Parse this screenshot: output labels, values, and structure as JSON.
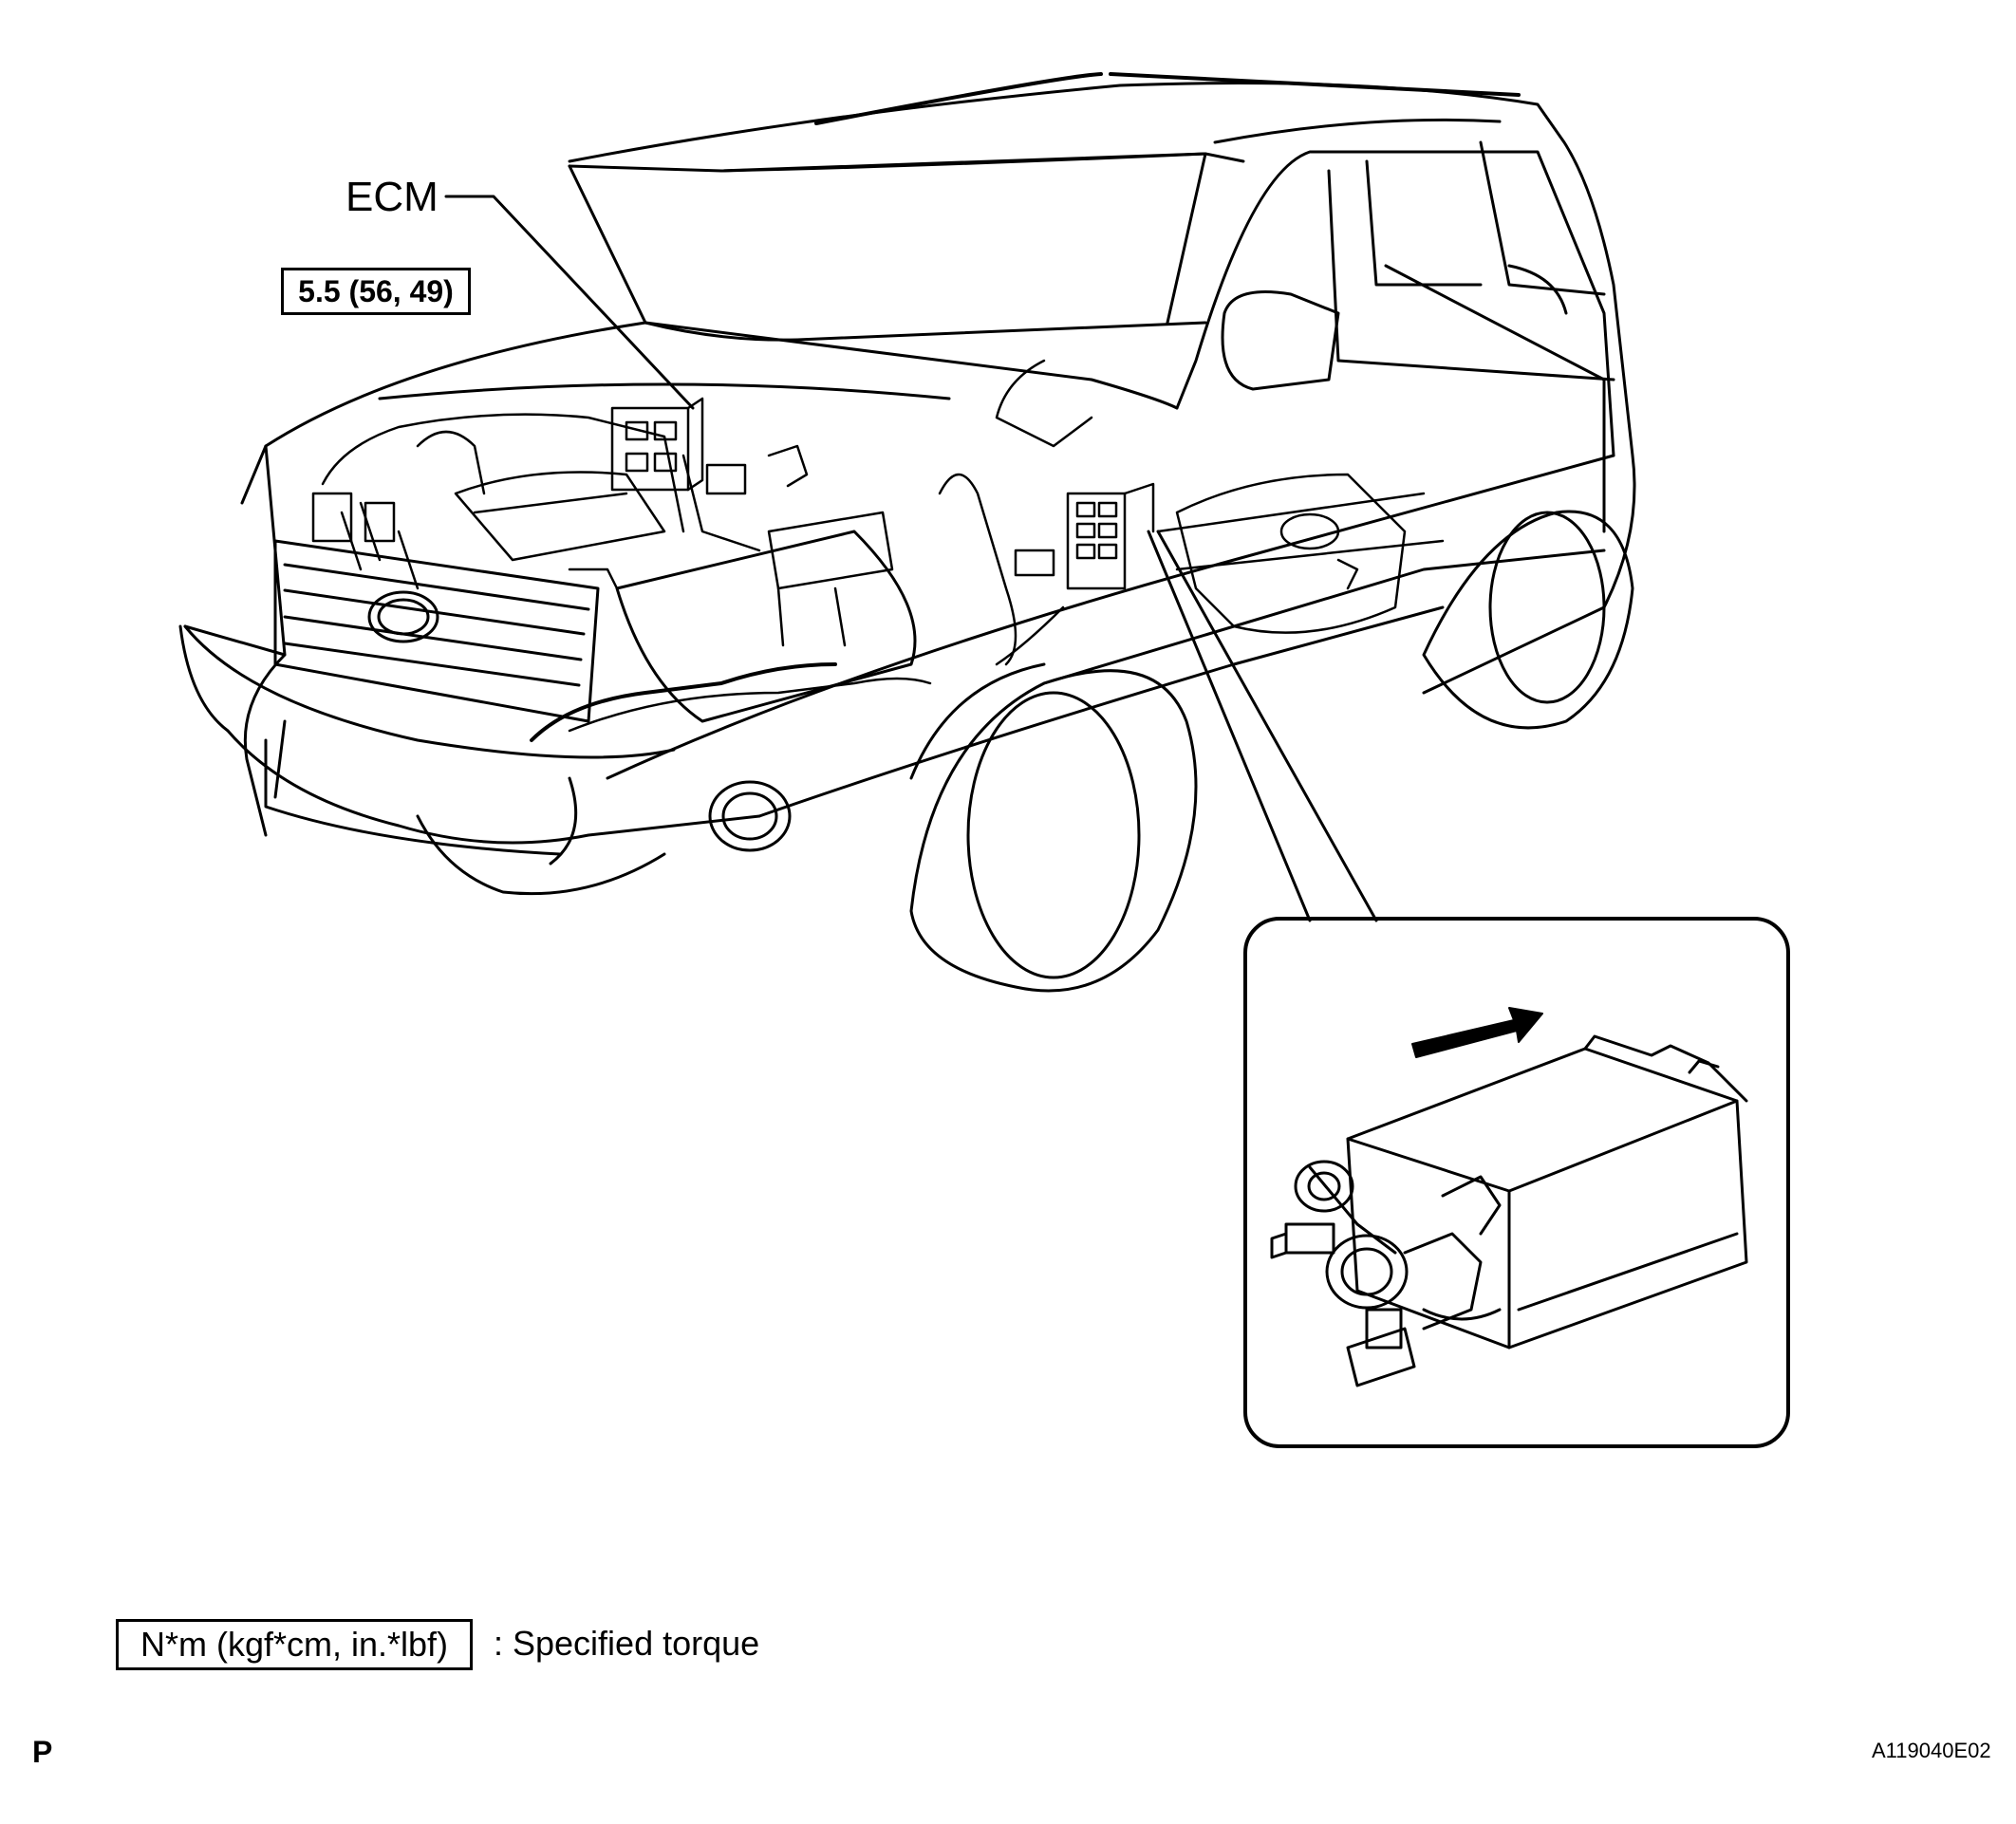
{
  "callouts": {
    "ecm": "ECM",
    "torque_value": "5.5 (56, 49)"
  },
  "legend": {
    "unit_box": "N*m (kgf*cm, in.*lbf)",
    "description": ": Specified torque"
  },
  "footer": {
    "page_marker": "P",
    "figure_id": "A119040E02"
  },
  "colors": {
    "line": "#000000",
    "background": "#ffffff"
  }
}
